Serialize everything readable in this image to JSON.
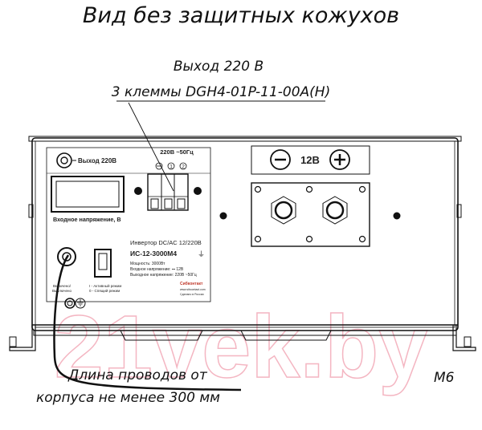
{
  "title": "Вид без защитных кожухов",
  "callout": {
    "line1": "Выход 220 В",
    "line2": "3 клеммы DGH4-01P-11-00A(H)"
  },
  "panel": {
    "output_label": "Выход 220В",
    "terminal_label": "220В ~50Гц",
    "terminal_numbers": [
      "1",
      "2"
    ],
    "display_label": "Входное напряжение, В",
    "product_name": "Инвертор DC/AC 12/220В",
    "model": "ИС-12-3000М4",
    "spec_power": "Мощность: 3000Вт",
    "spec_input": "Входное напряжение: ⎓ 12В",
    "spec_output": "Выходное напряжение: 220В ~50Гц",
    "switch_caption_1": "Включено/",
    "switch_caption_2": "Выключено",
    "mode_1": "I - Активный режим",
    "mode_0": "0 - Спящий режим",
    "brand": "Сибконтакт",
    "site": "www.sibcontact.com",
    "made_in": "Сделано в России"
  },
  "dc_terminals": {
    "label": "12В",
    "minus": "−",
    "plus": "+"
  },
  "note": {
    "line1": "Длина проводов от",
    "line2": "корпуса не менее 300 мм"
  },
  "bolt_label": "М6",
  "watermark": "21vek.by",
  "colors": {
    "line": "#111111",
    "watermark": "#f4b6c2",
    "brand": "#c0392b"
  }
}
